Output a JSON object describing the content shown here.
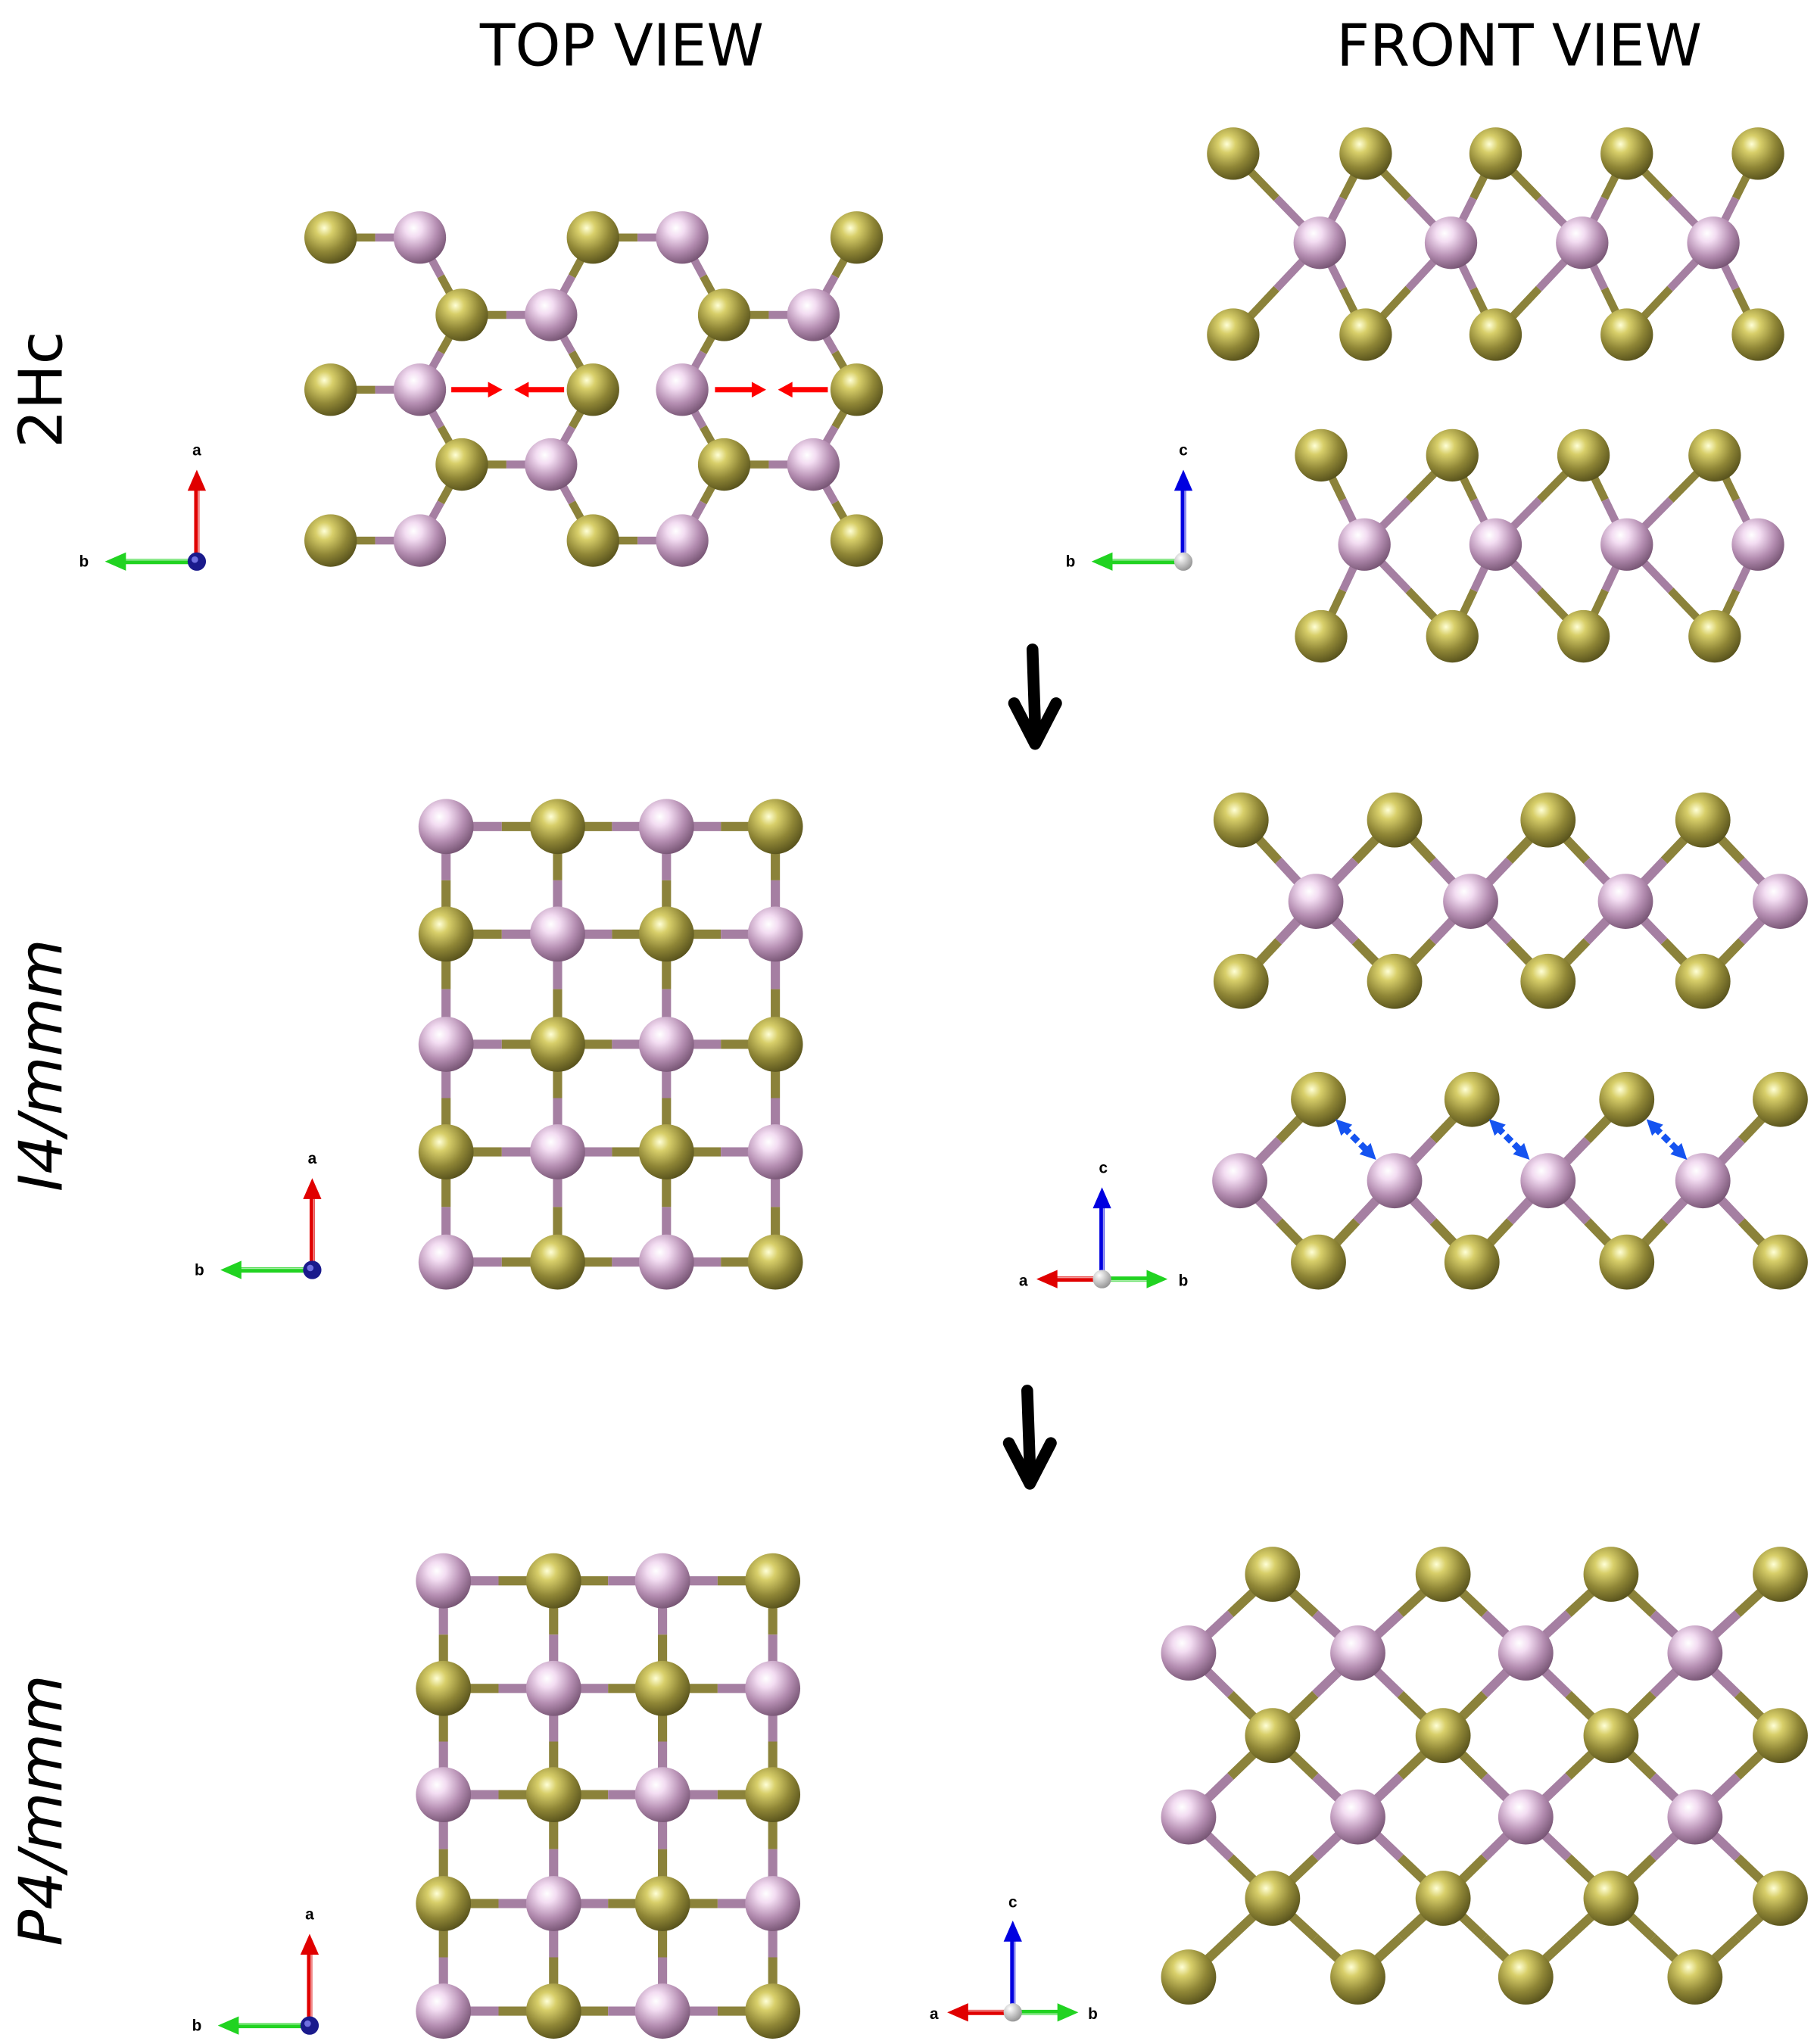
{
  "headers": {
    "top": "TOP VIEW",
    "front": "FRONT VIEW"
  },
  "rows": [
    {
      "label": "2Hc",
      "italic": false
    },
    {
      "label": "I4/mmm",
      "italic": true
    },
    {
      "label": "P4/mmm",
      "italic": true
    }
  ],
  "axes": {
    "a": "a",
    "b": "b",
    "c": "c"
  },
  "colors": {
    "metal_atom": "#a57fa2",
    "chalcogen_atom": "#8b823a",
    "axis_a": "#e00000",
    "axis_b": "#21d321",
    "axis_c": "#0000e0",
    "displacement_arrow_red": "#ff0000",
    "displacement_arrow_blue": "#1553f0",
    "transition_arrow": "#000000"
  },
  "icons": {
    "transition": "arrow-down-icon",
    "axis_triad": "axis-triad-icon"
  }
}
